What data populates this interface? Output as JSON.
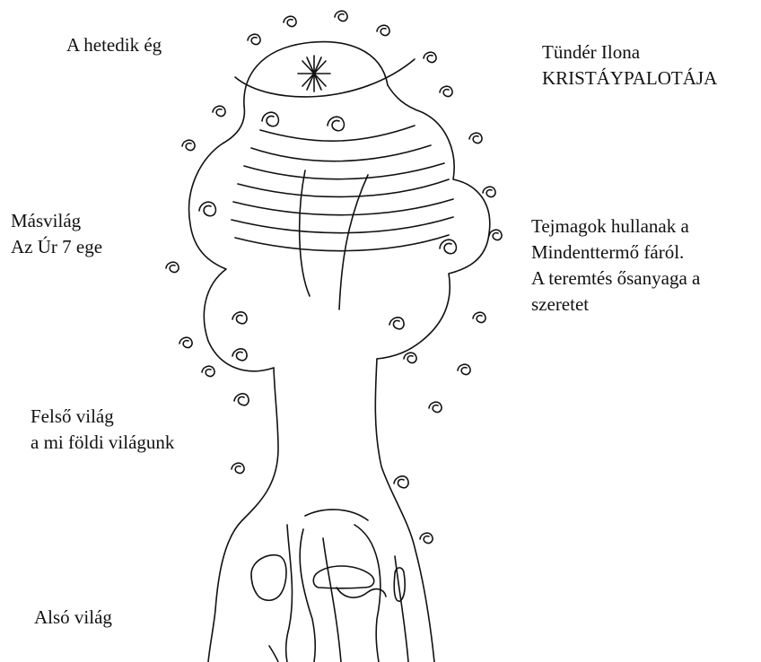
{
  "labels": {
    "seventh_heaven": "A hetedik ég",
    "fairy_palace_line1": "Tündér Ilona",
    "fairy_palace_line2": "KRISTÁYPALOTÁJA",
    "otherworld_line1": "Másvilág",
    "otherworld_line2": "Az Úr 7 ege",
    "milk_seeds_line1": "Tejmagok hullanak a",
    "milk_seeds_line2": "Mindenttermő fáról.",
    "milk_seeds_line3": "A teremtés ősanyaga a",
    "milk_seeds_line4": "szeretet",
    "upper_world_line1": "Felső világ",
    "upper_world_line2": "a mi földi világunk",
    "lower_world": "Alsó világ"
  },
  "colors": {
    "ink": "#111111",
    "background": "#ffffff"
  }
}
